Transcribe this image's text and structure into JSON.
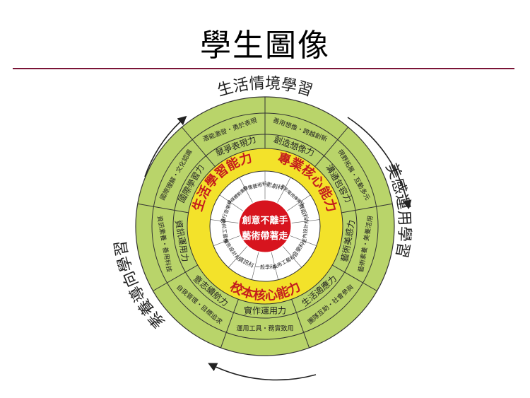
{
  "title": "學生圖像",
  "colors": {
    "accent": "#9c1d3a",
    "rule": "#7a1436",
    "green": "#b9d46a",
    "yellow": "#f3e22a",
    "white": "#ffffff",
    "red": "#d7141e",
    "line": "#333333"
  },
  "center": [
    "創意不離手",
    "藝術帶著走"
  ],
  "outer_arcs": {
    "top": "生活情境學習",
    "right": "美感運用學習",
    "left": "素養導向學習"
  },
  "core_ring": {
    "top_left": "生活學習能力",
    "top_right": "專業核心能力",
    "bottom": "校本核心能力"
  },
  "subjects": [
    "影劇科",
    "電影電視傳播科",
    "舞蹈科",
    "室內設計科",
    "音樂科",
    "美術工藝科",
    "一般學科",
    "資訊科",
    "廣告設計科",
    "時尚工藝科",
    "流行音樂科",
    "多媒體動畫科",
    "音像藝術科"
  ],
  "competencies": [
    "創造想像力",
    "溝通包容力",
    "藝術美感力",
    "生活適應力",
    "實作運用力",
    "意志續航力",
    "資訊運用力",
    "國際學習力",
    "競爭表現力"
  ],
  "descriptions": [
    "善用想像・跨越創新",
    "視野拓展・互動多元",
    "藝術素養・美養活用",
    "團隊互助・社會參與",
    "運用工具・務實致用",
    "自我管理・目標追求",
    "資訊素養・善用科技",
    "國際理解・文化認識",
    "潛能激發・勇於表現"
  ]
}
